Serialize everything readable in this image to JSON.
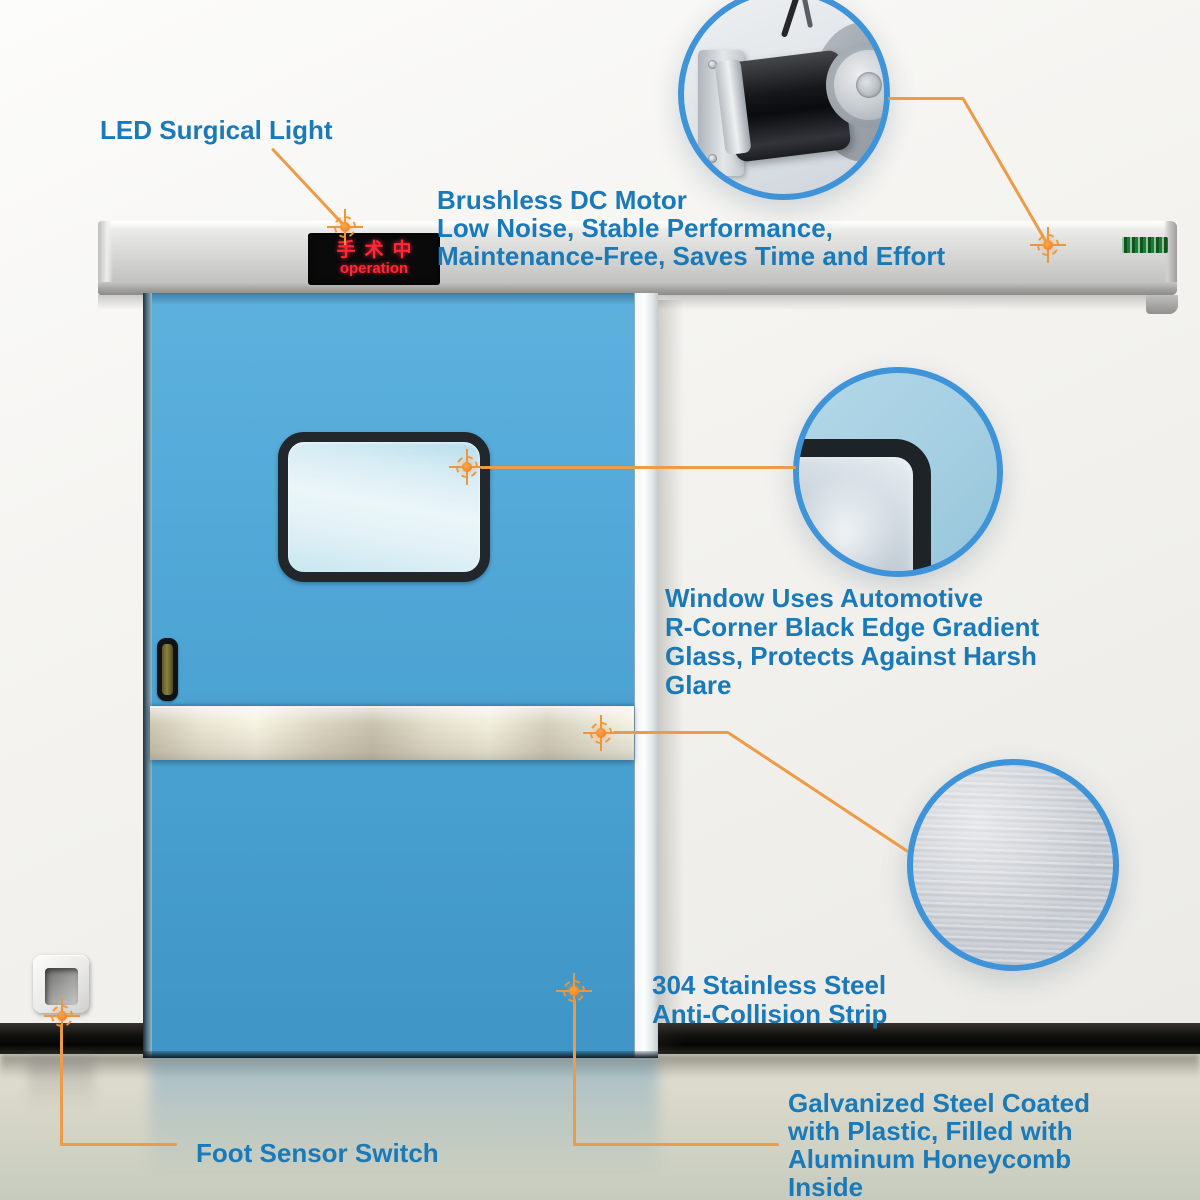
{
  "led_display": {
    "line1": "手术中",
    "line2": "operation"
  },
  "annotations": {
    "surgical_light": {
      "label": "LED Surgical Light"
    },
    "motor": {
      "lines": [
        "Brushless DC Motor",
        "Low Noise, Stable  Performance,",
        "Maintenance-Free, Saves Time and Effort"
      ]
    },
    "window": {
      "lines": [
        "Window Uses Automotive",
        "R-Corner Black Edge Gradient",
        "Glass, Protects Against Harsh",
        "Glare"
      ]
    },
    "strip": {
      "lines": [
        "304 Stainless Steel",
        "Anti-Collision Strip"
      ]
    },
    "galvanized": {
      "lines": [
        "Galvanized Steel Coated",
        "with Plastic, Filled with",
        "Aluminum Honeycomb",
        "Inside"
      ]
    },
    "foot_sensor": {
      "label": "Foot Sensor Switch"
    }
  },
  "icons": {
    "target_marker": "orange crosshair target",
    "brand_plate": "green manufacturer logo plate"
  },
  "colors": {
    "label_blue": "#1a7ab9",
    "line_orange": "#ef9a45",
    "door_blue": "#4fa5d6",
    "circle_border": "#3f93d8",
    "led_red": "#ff2838",
    "brand_green": "#1e7a34"
  }
}
